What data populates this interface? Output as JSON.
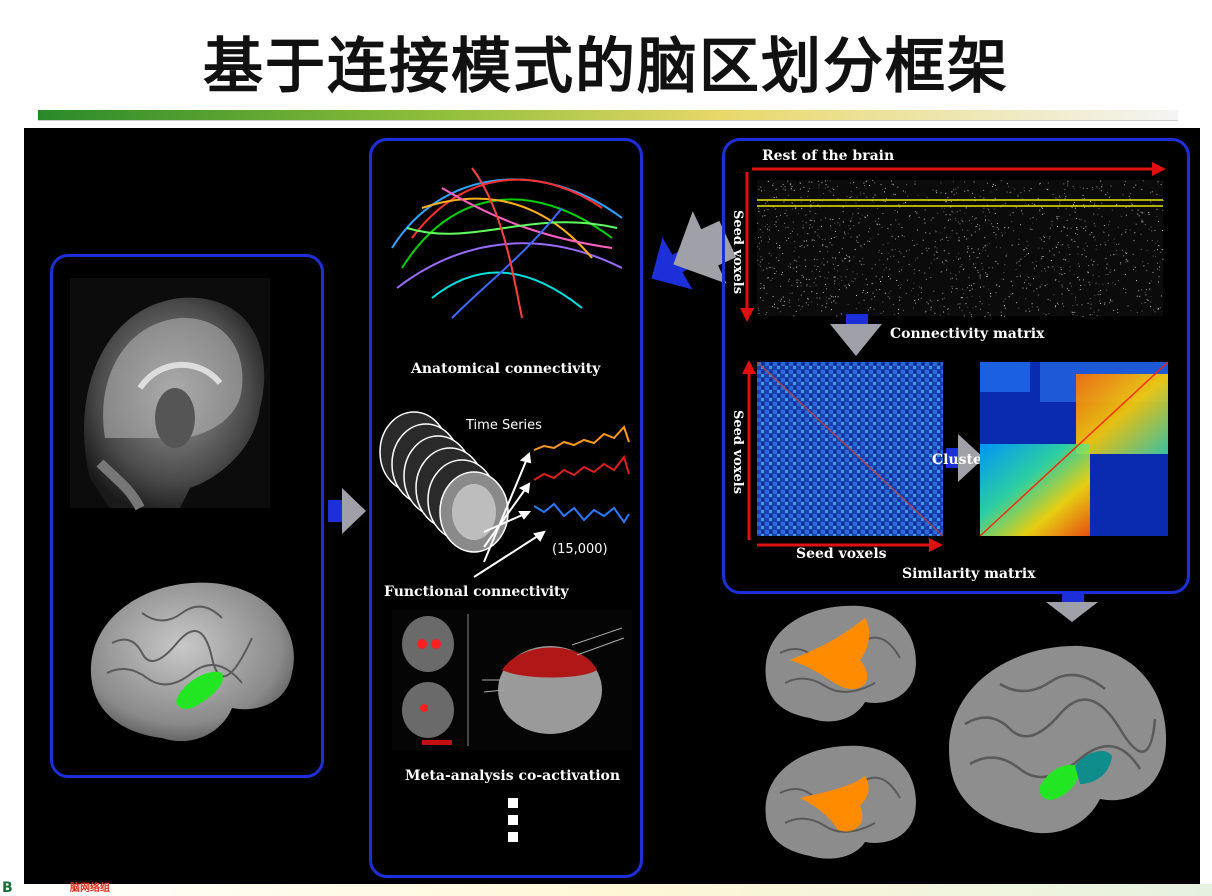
{
  "slide": {
    "title": "基于连接模式的脑区划分框架",
    "footer_logo": "脑网络组",
    "footer_mark": "B"
  },
  "middle_panel": {
    "anatomical_caption": "Anatomical connectivity",
    "time_series_label": "Time Series",
    "time_series_count": "(15,000)",
    "functional_caption": "Functional connectivity",
    "meta_caption": "Meta-analysis co-activation",
    "ellipsis": "⋮"
  },
  "right_panel": {
    "rest_of_brain": "Rest of the brain",
    "seed_voxels_top": "Seed voxels",
    "connectivity_caption": "Connectivity matrix",
    "seed_voxels_left": "Seed voxels",
    "seed_voxels_bottom": "Seed voxels",
    "clustering_label": "Clustering",
    "similarity_caption": "Similarity matrix"
  },
  "colors": {
    "panel_border": "#1d2fd8",
    "arrow_red": "#e01010",
    "roi_green": "#22e622",
    "result_orange": "#ff8c00",
    "result_teal": "#0f8c8c"
  }
}
